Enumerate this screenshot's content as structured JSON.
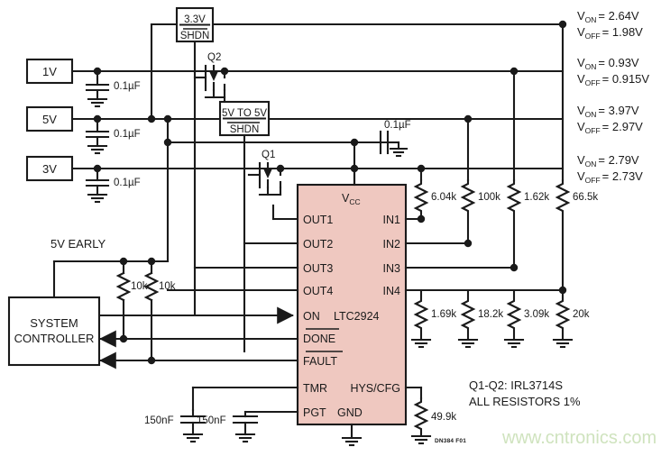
{
  "figure": {
    "id_caption": "DN384 F01",
    "watermark": "www.cntronics.com",
    "ic_fill_color": "#efc8c0",
    "line_color": "#1a1a1a",
    "watermark_color": "#cfe3be"
  },
  "ic": {
    "part_number": "LTC2924",
    "vcc_label": "V",
    "vcc_sub": "CC",
    "gnd_label": "GND",
    "left_pins": [
      {
        "name": "OUT1",
        "overbar": false
      },
      {
        "name": "OUT2",
        "overbar": false
      },
      {
        "name": "OUT3",
        "overbar": false
      },
      {
        "name": "OUT4",
        "overbar": false
      },
      {
        "name": "ON",
        "overbar": false
      },
      {
        "name": "DONE",
        "overbar": true
      },
      {
        "name": "FAULT",
        "overbar": true
      },
      {
        "name": "TMR",
        "overbar": false
      },
      {
        "name": "PGT",
        "overbar": false
      }
    ],
    "right_pins": [
      {
        "name": "IN1"
      },
      {
        "name": "IN2"
      },
      {
        "name": "IN3"
      },
      {
        "name": "IN4"
      },
      {
        "name": "HYS/CFG"
      }
    ]
  },
  "supplies": [
    {
      "label": "1V",
      "cap": "0.1µF"
    },
    {
      "label": "5V",
      "cap": "0.1µF"
    },
    {
      "label": "3V",
      "cap": "0.1µF"
    }
  ],
  "regulator_blocks": [
    {
      "top": "3.3V",
      "bottom": "SHDN",
      "bottom_overbar": true
    },
    {
      "top": "5V TO 5V",
      "bottom": "SHDN",
      "bottom_overbar": true
    }
  ],
  "mosfets": [
    {
      "label": "Q2"
    },
    {
      "label": "Q1"
    }
  ],
  "vcc_cap": "0.1µF",
  "thresholds": [
    {
      "von_prefix": "V",
      "von_sub": "ON",
      "von": "= 2.64V",
      "voff_prefix": "V",
      "voff_sub": "OFF",
      "voff": "= 1.98V"
    },
    {
      "von_prefix": "V",
      "von_sub": "ON",
      "von": "= 0.93V",
      "voff_prefix": "V",
      "voff_sub": "OFF",
      "voff": "= 0.915V"
    },
    {
      "von_prefix": "V",
      "von_sub": "ON",
      "von": "= 3.97V",
      "voff_prefix": "V",
      "voff_sub": "OFF",
      "voff": "= 2.97V"
    },
    {
      "von_prefix": "V",
      "von_sub": "ON",
      "von": "= 2.79V",
      "voff_prefix": "V",
      "voff_sub": "OFF",
      "voff": "= 2.73V"
    }
  ],
  "divider_top_resistors": [
    "6.04k",
    "100k",
    "1.62k",
    "66.5k"
  ],
  "divider_bottom_resistors": [
    "1.69k",
    "18.2k",
    "3.09k",
    "20k"
  ],
  "pullup_resistors": [
    "10k",
    "10k"
  ],
  "hys_resistor": "49.9k",
  "timing_caps": [
    "150nF",
    "150nF"
  ],
  "controller": {
    "line1": "SYSTEM",
    "line2": "CONTROLLER",
    "rail_label": "5V EARLY"
  },
  "notes": [
    "Q1-Q2: IRL3714S",
    "ALL RESISTORS 1%"
  ]
}
